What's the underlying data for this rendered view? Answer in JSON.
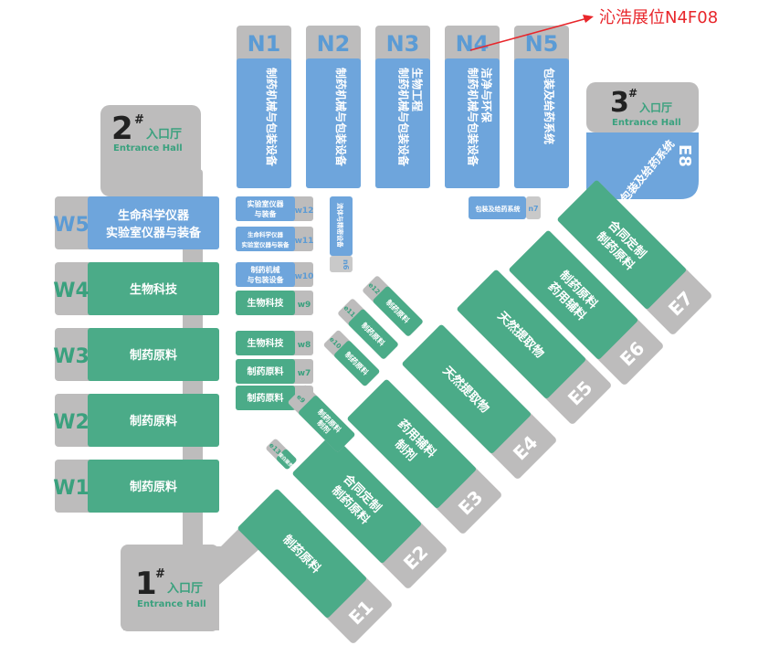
{
  "colors": {
    "gray": "#bdbcbc",
    "green": "#4bab88",
    "blue": "#6ea5dc",
    "code_gray": "#c9c9c9",
    "annotation_red": "#e8262b",
    "entrance_green": "#3aa17e"
  },
  "annotation": {
    "text": "沁浩展位N4F08"
  },
  "entrances": {
    "e1": {
      "number": "1",
      "mark": "#",
      "label_cn": "入口厅",
      "label_en": "Entrance Hall"
    },
    "e2": {
      "number": "2",
      "mark": "#",
      "label_cn": "入口厅",
      "label_en": "Entrance Hall"
    },
    "e3": {
      "number": "3",
      "mark": "#",
      "label_cn": "入口厅",
      "label_en": "Entrance Hall"
    }
  },
  "north_halls": [
    {
      "code": "N1",
      "name": "制药机械与包装设备"
    },
    {
      "code": "N2",
      "name": "制药机械与包装设备"
    },
    {
      "code": "N3",
      "name": "制药机械与包装设备 生物工程"
    },
    {
      "code": "N4",
      "name": "制药机械与包装设备 洁净与环保"
    },
    {
      "code": "N5",
      "name": "包装及给药系统"
    }
  ],
  "e8": {
    "code": "E8",
    "name": "包装及给药系统"
  },
  "n7": {
    "code": "n7",
    "name": "包装及给药系统"
  },
  "west_halls": [
    {
      "code": "W5",
      "line1": "生命科学仪器",
      "line2": "实验室仪器与装备"
    },
    {
      "code": "W4",
      "line1": "生物科技",
      "line2": ""
    },
    {
      "code": "W3",
      "line1": "制药原料",
      "line2": ""
    },
    {
      "code": "W2",
      "line1": "制药原料",
      "line2": ""
    },
    {
      "code": "W1",
      "line1": "制药原料",
      "line2": ""
    }
  ],
  "west_small": [
    {
      "code": "w12",
      "line1": "实验室仪器",
      "line2": "与装备"
    },
    {
      "code": "w11",
      "line1": "生命科学仪器",
      "line2": "实验室仪器与装备"
    },
    {
      "code": "w10",
      "line1": "制药机械",
      "line2": "与包装设备"
    },
    {
      "code": "w9",
      "line1": "生物科技",
      "line2": ""
    },
    {
      "code": "w8",
      "line1": "生物科技",
      "line2": ""
    },
    {
      "code": "w7",
      "line1": "制药原料",
      "line2": ""
    },
    {
      "code": "w6",
      "line1": "制药原料",
      "line2": ""
    }
  ],
  "n6": {
    "code": "n6",
    "name": "流体与精密设备"
  },
  "east_halls": [
    {
      "code": "E1",
      "line1": "制药原料",
      "line2": ""
    },
    {
      "code": "E2",
      "line1": "合同定制",
      "line2": "制药原料"
    },
    {
      "code": "E3",
      "line1": "药用辅料",
      "line2": "制剂"
    },
    {
      "code": "E4",
      "line1": "天然提取物",
      "line2": ""
    },
    {
      "code": "E5",
      "line1": "天然提取物",
      "line2": ""
    },
    {
      "code": "E6",
      "line1": "制药原料",
      "line2": "药用辅料"
    },
    {
      "code": "E7",
      "line1": "合同定制",
      "line2": "制药原料"
    }
  ],
  "east_small": [
    {
      "code": "e12",
      "name": "制药原料"
    },
    {
      "code": "e11",
      "name": "制药原料"
    },
    {
      "code": "e10",
      "name": "制药原料"
    },
    {
      "code": "e9",
      "name": "制药原料 制剂"
    },
    {
      "code": "e13",
      "name": "蛋白服务"
    }
  ]
}
